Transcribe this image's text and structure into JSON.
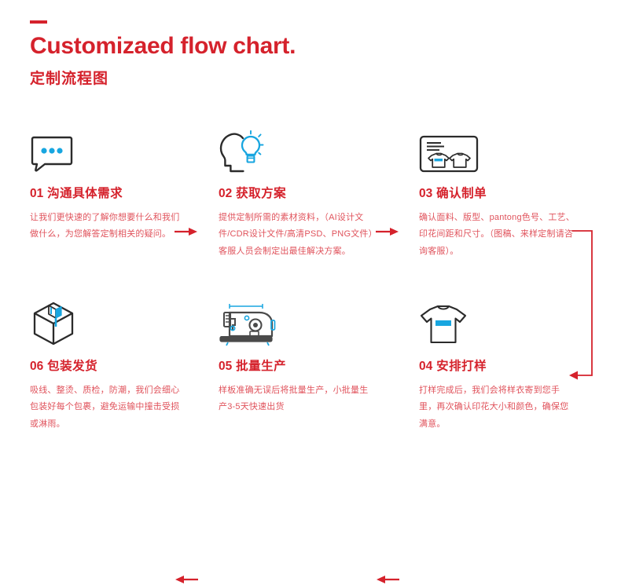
{
  "header": {
    "rule": "dash-rule",
    "title_en": "Customizaed flow chart.",
    "title_cn": "定制流程图"
  },
  "colors": {
    "red": "#d5222c",
    "body_red": "#e0535c",
    "cyan": "#18a6e0",
    "dark": "#2b2b2b"
  },
  "steps": [
    {
      "num": "01",
      "title": "沟通具体需求",
      "desc": "让我们更快速的了解你想要什么和我们做什么，为您解答定制相关的疑问。",
      "icon": "speech-bubble-icon"
    },
    {
      "num": "02",
      "title": "获取方案",
      "desc": "提供定制所需的素材资料，（AI设计文件/CDR设计文件/高清PSD、PNG文件）客服人员会制定出最佳解决方案。",
      "icon": "head-lightbulb-icon"
    },
    {
      "num": "03",
      "title": "确认制单",
      "desc": "确认面料、版型、pantong色号、工艺、印花间距和尺寸。（图稿、来样定制请咨询客服）。",
      "icon": "tshirt-order-sheet-icon"
    },
    {
      "num": "06",
      "title": "包装发货",
      "desc": "吸线、整烫、质检，防潮，我们会细心包装好每个包裹，避免运输中撞击受损或淋雨。",
      "icon": "package-box-icon"
    },
    {
      "num": "05",
      "title": "批量生产",
      "desc": "样板准确无误后将批量生产，小批量生产3-5天快速出货",
      "icon": "sewing-machine-icon"
    },
    {
      "num": "04",
      "title": "安排打样",
      "desc": "打样完成后，我们会将样衣寄到您手里，再次确认印花大小和颜色，确保您满意。",
      "icon": "tshirt-sample-icon"
    }
  ],
  "arrows": [
    {
      "name": "arrow-01-to-02",
      "direction": "right"
    },
    {
      "name": "arrow-02-to-03",
      "direction": "right"
    },
    {
      "name": "arrow-05-to-06",
      "direction": "left"
    },
    {
      "name": "arrow-04-to-05",
      "direction": "left"
    },
    {
      "name": "connector-03-to-04",
      "direction": "down-left"
    }
  ]
}
